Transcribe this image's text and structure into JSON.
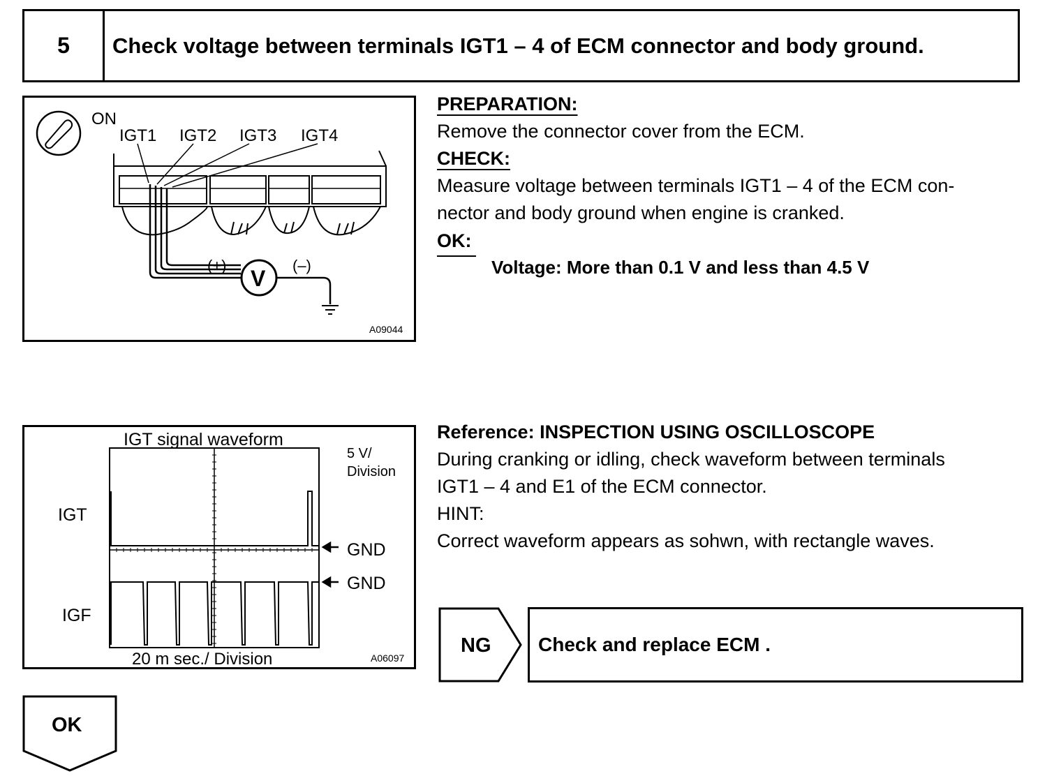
{
  "step": {
    "number": "5",
    "title": "Check voltage between terminals IGT1 – 4 of ECM connector and body ground."
  },
  "figure1": {
    "switch_label": "ON",
    "terminals": [
      "IGT1",
      "IGT2",
      "IGT3",
      "IGT4"
    ],
    "plus_label": "(+)",
    "minus_label": "(–)",
    "meter_label": "V",
    "code": "A09044"
  },
  "preparation": {
    "heading": "PREPARATION:",
    "text": "Remove the connector cover from the ECM."
  },
  "check": {
    "heading": "CHECK:",
    "line1": "Measure voltage between terminals IGT1 – 4 of the ECM con-",
    "line2": "nector and body ground when engine is cranked."
  },
  "ok_spec": {
    "heading": "OK:",
    "text": "Voltage: More than 0.1 V and less than 4.5 V"
  },
  "figure2": {
    "title": "IGT signal waveform",
    "scale_v_1": "5 V/",
    "scale_v_2": "Division",
    "label_igt": "IGT",
    "label_igf": "IGF",
    "gnd_1": "GND",
    "gnd_2": "GND",
    "time_scale": "20 m sec./ Division",
    "code": "A06097"
  },
  "reference": {
    "heading": "Reference: INSPECTION USING OSCILLOSCOPE",
    "line1": "During cranking or idling, check waveform between terminals",
    "line2": "IGT1 – 4 and E1 of the ECM connector.",
    "hint_label": "HINT:",
    "hint_text": "Correct waveform appears as sohwn, with rectangle waves."
  },
  "ng": {
    "label": "NG",
    "action": "Check and replace ECM ."
  },
  "ok_flow": {
    "label": "OK"
  }
}
